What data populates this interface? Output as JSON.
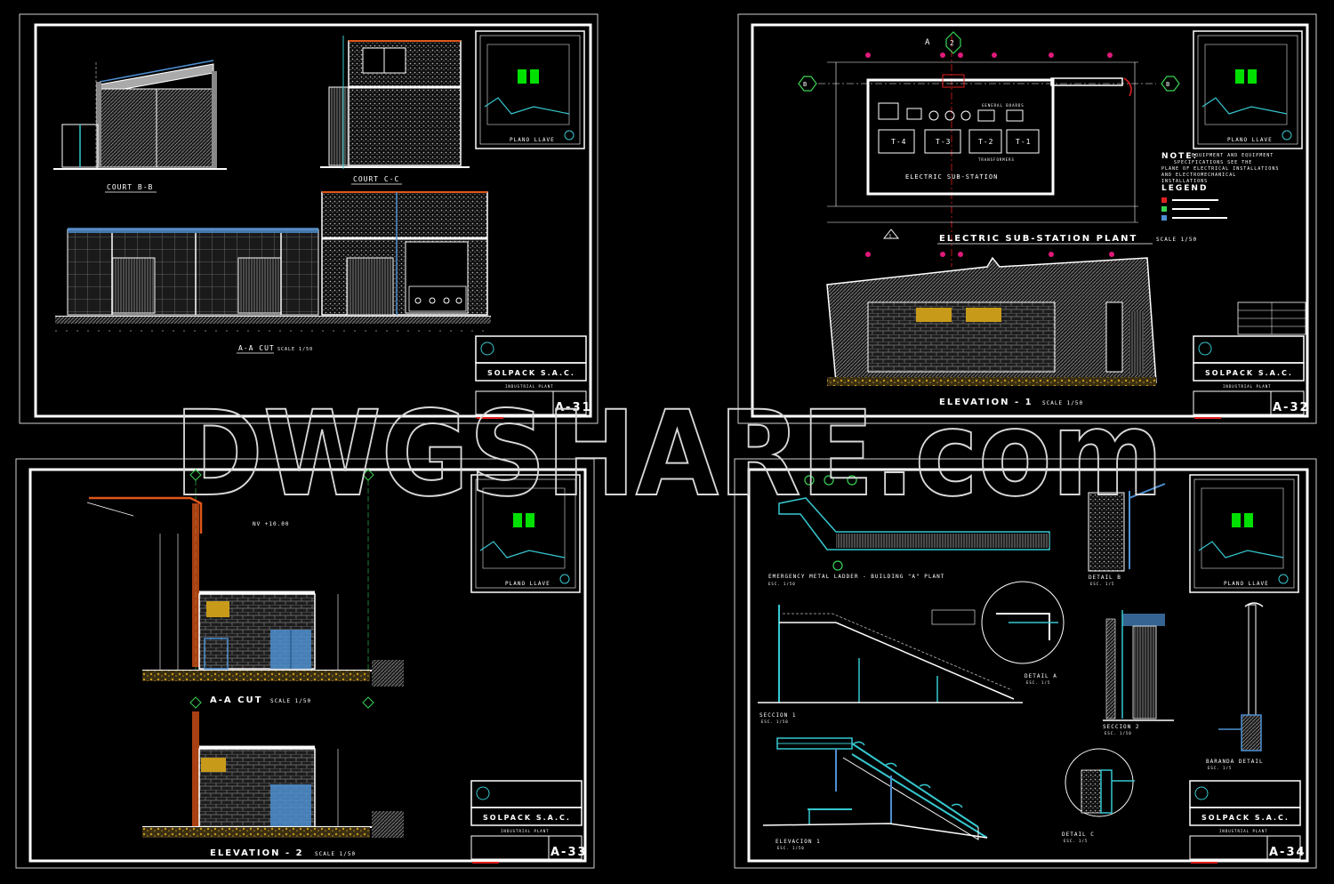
{
  "watermark": "DWGSHARE.com",
  "company": "SOLPACK  S.A.C.",
  "project": "INDUSTRIAL PLANT",
  "key_plan_label": "PLANO  LLAVE",
  "sheets": {
    "a31": {
      "number": "A-31",
      "court_bb": "COURT B-B",
      "court_cc": "COURT C-C",
      "aa_cut": "A-A CUT",
      "aa_scale": "SCALE 1/50"
    },
    "a32": {
      "number": "A-32",
      "axis_a": "A",
      "axis_2": "2",
      "axis_b": "B",
      "axis_1": "1",
      "general_boards": "GENERAL BOARDS",
      "transformers": "TRANSFORMERS",
      "t4": "T-4",
      "t3": "T-3",
      "t2": "T-2",
      "t1": "T-1",
      "substation_label": "ELECTRIC SUB-STATION",
      "plant_title": "ELECTRIC SUB-STATION PLANT",
      "plant_scale": "SCALE 1/50",
      "note_title": "NOTE:",
      "note_line1": "EQUIPMENT AND EQUIPMENT",
      "note_line2": "SPECIFICATIONS SEE THE",
      "note_line3": "PLANE OF ELECTRICAL INSTALLATIONS",
      "note_line4": "AND ELECTROMECHANICAL",
      "note_line5": "INSTALLATIONS",
      "legend_title": "LEGEND",
      "elevation1": "ELEVATION - 1",
      "elevation1_scale": "SCALE 1/50"
    },
    "a33": {
      "number": "A-33",
      "nv": "NV  +10.00",
      "aa_cut": "A-A CUT",
      "aa_scale": "SCALE 1/50",
      "elevation2": "ELEVATION - 2",
      "elevation2_scale": "SCALE 1/50"
    },
    "a34": {
      "number": "A-34",
      "ladder_title": "EMERGENCY METAL LADDER - BUILDING \"A\" PLANT",
      "ladder_scale": "ESC. 1/50",
      "detail_b": "DETAIL B",
      "detail_b_scale": "ESC. 1/5",
      "detail_a": "DETAIL A",
      "detail_a_scale": "ESC. 1/5",
      "section1": "SECCION 1",
      "section1_scale": "ESC. 1/50",
      "section2": "SECCION 2",
      "section2_scale": "ESC. 1/50",
      "baranda": "BARANDA DETAIL",
      "baranda_scale": "ESC. 1/5",
      "elevation1": "ELEVACION 1",
      "elevation1_scale": "ESC. 1/50",
      "detail_c": "DETAIL C",
      "detail_c_scale": "ESC. 1/5"
    }
  },
  "colors": {
    "background": "#000000",
    "border": "#ffffff",
    "hatch": "#bfbfbf",
    "axis": "#39d353",
    "highlight_green": "#00e000",
    "ochre": "#c89a1a",
    "steel_blue": "#4d8fd0",
    "cyan": "#36c8d0",
    "magenta": "#e0197a",
    "orange": "#e0561a",
    "red": "#e02020"
  }
}
